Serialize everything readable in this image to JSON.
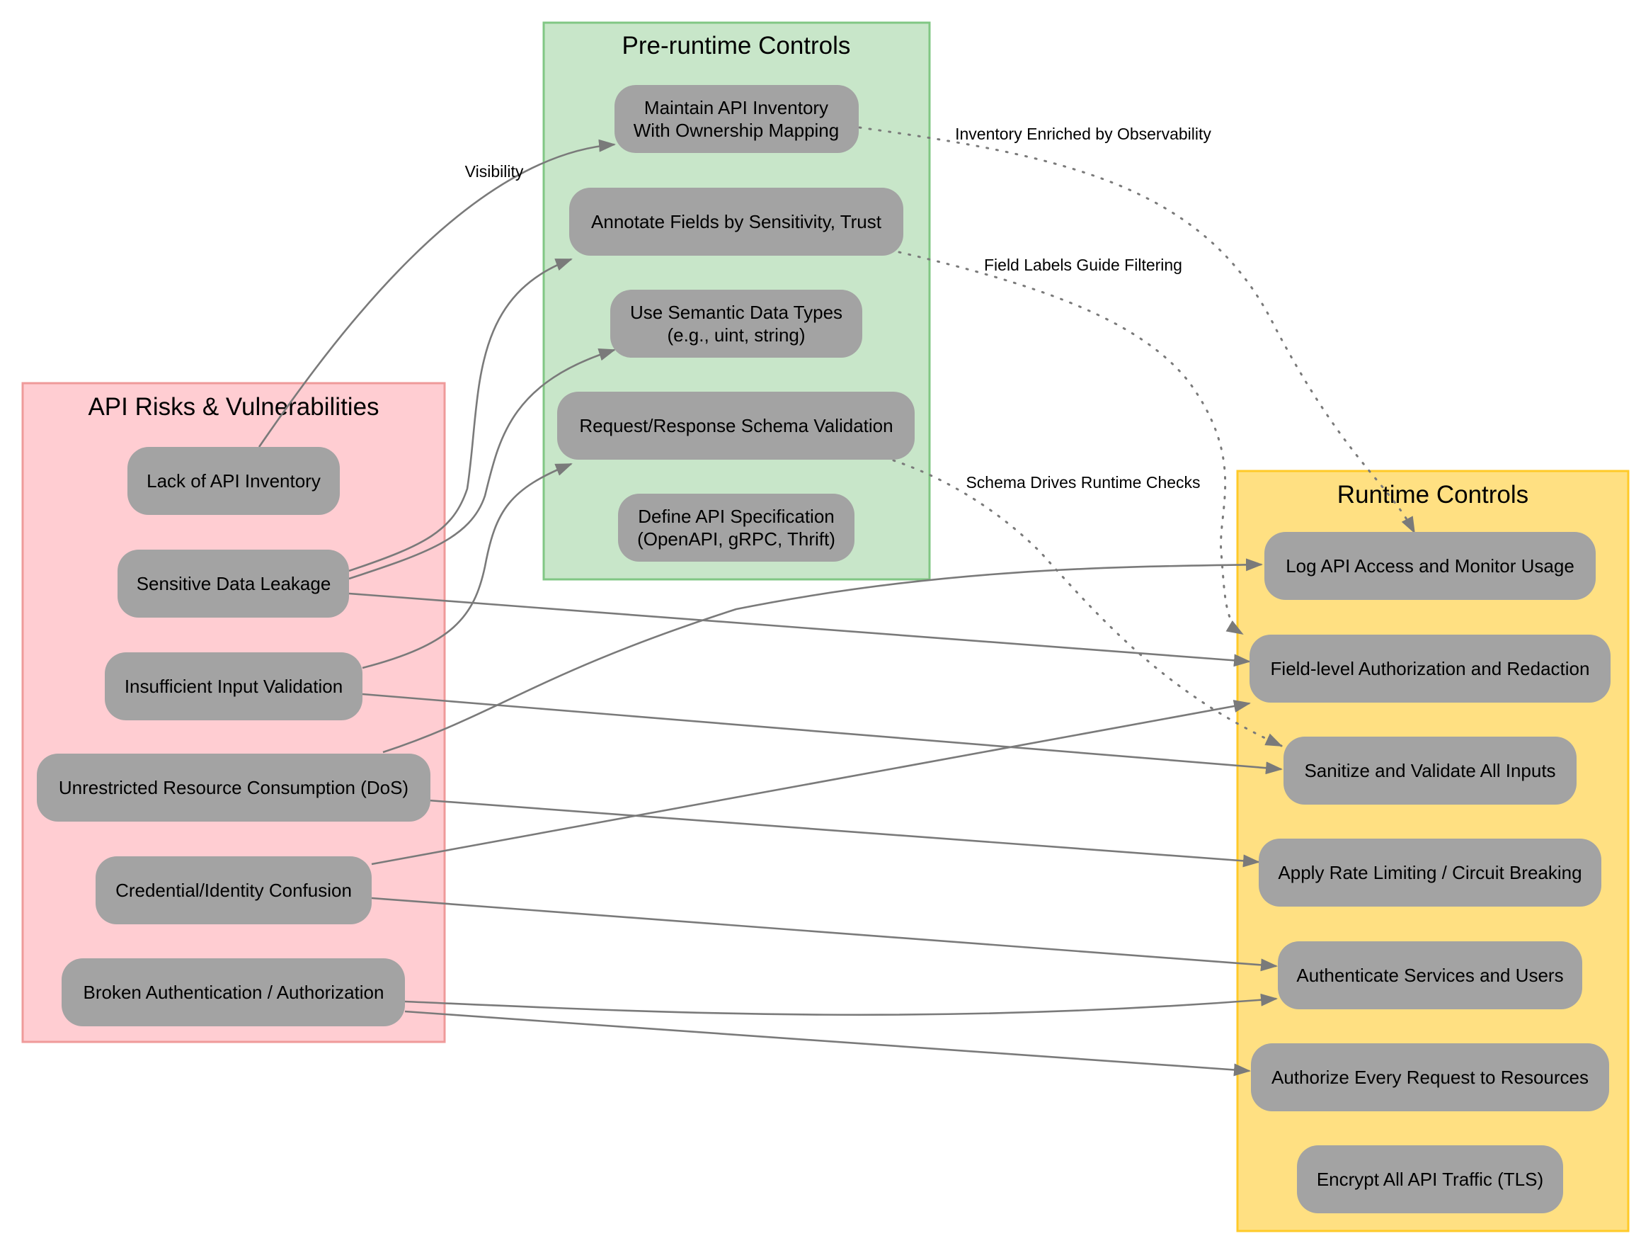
{
  "colors": {
    "risk_fill": "#ffcdd2",
    "risk_border": "#ef9a9a",
    "pre_fill": "#c8e6c9",
    "pre_border": "#81c784",
    "run_fill": "#ffe082",
    "run_border": "#ffca28",
    "node_fill": "#a3a3a3",
    "edge": "#7a7a7a"
  },
  "clusters": {
    "risks": {
      "title": "API Risks & Vulnerabilities"
    },
    "pre": {
      "title": "Pre-runtime Controls"
    },
    "runtime": {
      "title": "Runtime Controls"
    }
  },
  "nodes": {
    "lack_inventory": [
      "Lack of API Inventory"
    ],
    "data_leakage": [
      "Sensitive Data Leakage"
    ],
    "input_validation": [
      "Insufficient Input Validation"
    ],
    "resource_consumption": [
      "Unrestricted Resource Consumption (DoS)"
    ],
    "credential_confusion": [
      "Credential/Identity Confusion"
    ],
    "broken_auth": [
      "Broken Authentication / Authorization"
    ],
    "maintain_inventory": [
      "Maintain API Inventory",
      "With Ownership Mapping"
    ],
    "annotate_fields": [
      "Annotate Fields by Sensitivity, Trust"
    ],
    "semantic_types": [
      "Use Semantic Data Types",
      "(e.g., uint, string)"
    ],
    "schema_validation": [
      "Request/Response Schema Validation"
    ],
    "define_spec": [
      "Define API Specification",
      "(OpenAPI, gRPC, Thrift)"
    ],
    "log_access": [
      "Log API Access and Monitor Usage"
    ],
    "field_auth": [
      "Field-level Authorization and Redaction"
    ],
    "sanitize_inputs": [
      "Sanitize and Validate All Inputs"
    ],
    "rate_limiting": [
      "Apply Rate Limiting / Circuit Breaking"
    ],
    "authenticate": [
      "Authenticate Services and Users"
    ],
    "authorize": [
      "Authorize Every Request to Resources"
    ],
    "encrypt": [
      "Encrypt All API Traffic (TLS)"
    ]
  },
  "edge_labels": {
    "visibility": "Visibility",
    "inventory_enriched": "Inventory Enriched by Observability",
    "field_labels": "Field Labels Guide Filtering",
    "schema_drives": "Schema Drives Runtime Checks"
  },
  "edges": [
    {
      "from": "lack_inventory",
      "to": "maintain_inventory",
      "label": "visibility"
    },
    {
      "from": "data_leakage",
      "to": "annotate_fields"
    },
    {
      "from": "data_leakage",
      "to": "semantic_types"
    },
    {
      "from": "input_validation",
      "to": "schema_validation"
    },
    {
      "from": "data_leakage",
      "to": "field_auth"
    },
    {
      "from": "input_validation",
      "to": "sanitize_inputs"
    },
    {
      "from": "resource_consumption",
      "to": "log_access"
    },
    {
      "from": "resource_consumption",
      "to": "rate_limiting"
    },
    {
      "from": "credential_confusion",
      "to": "field_auth"
    },
    {
      "from": "credential_confusion",
      "to": "authenticate"
    },
    {
      "from": "broken_auth",
      "to": "authenticate"
    },
    {
      "from": "broken_auth",
      "to": "authorize"
    },
    {
      "from": "maintain_inventory",
      "to": "log_access",
      "style": "dotted",
      "label": "inventory_enriched"
    },
    {
      "from": "annotate_fields",
      "to": "field_auth",
      "style": "dotted",
      "label": "field_labels"
    },
    {
      "from": "schema_validation",
      "to": "sanitize_inputs",
      "style": "dotted",
      "label": "schema_drives"
    }
  ]
}
